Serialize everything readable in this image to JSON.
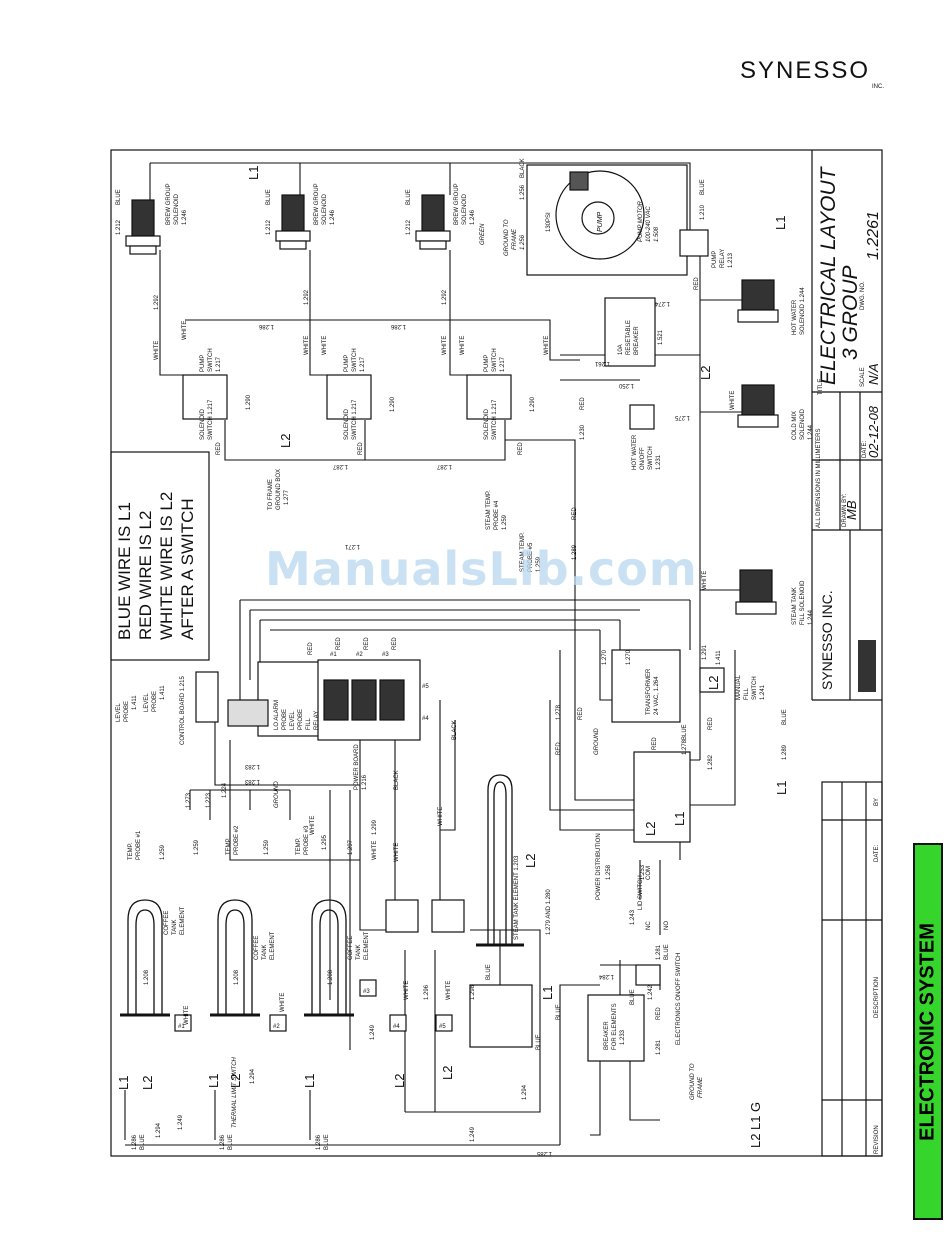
{
  "brand": {
    "name": "SYNESSO",
    "suffix": "INC."
  },
  "watermark": "ManualsLib.com",
  "section_label": "ELECTRONIC SYSTEM",
  "title_block": {
    "title_label": "TITLE",
    "title_line1": "ELECTRICAL LAYOUT",
    "title_line2": "3 GROUP",
    "scale_label": "SCALE",
    "scale_value": "N/A",
    "dwg_no_label": "DWG. NO.",
    "dwg_no_value": "1.2261",
    "dims_note": "ALL DIMENSIONS IN MILLIMETERS",
    "drawn_by_label": "DRAWN BY:",
    "drawn_by_value": "MB",
    "date_label": "DATE:",
    "date_value": "02-12-08",
    "company": "SYNESSO INC.",
    "revision_headers": [
      "REVISION",
      "DESCRIPTION",
      "DATE:",
      "BY"
    ]
  },
  "legend": [
    "BLUE WIRE IS L1",
    "RED WIRE IS L2",
    "WHITE WIRE IS L2",
    "AFTER A SWITCH"
  ],
  "components": {
    "brew_solenoid_1": [
      "BREW GROUP",
      "SOLENOID",
      "1.246"
    ],
    "brew_solenoid_2": [
      "BREW GROUP",
      "SOLENOID",
      "1.246"
    ],
    "brew_solenoid_3": [
      "BREW GROUP",
      "SOLENOID",
      "1.246"
    ],
    "pump_switch": [
      "PUMP",
      "SWITCH",
      "1.217"
    ],
    "solenoid_switch": [
      "SOLENOID",
      "SWITCH 1.217"
    ],
    "pump_motor": [
      "PUMP MOTOR",
      "100-240 VAC",
      "1.508"
    ],
    "pump_label": "PUMP",
    "pump_psi": "130PSI",
    "ground_frame_top": [
      "GROUND TO",
      "FRAME",
      "1.256"
    ],
    "pump_relay": [
      "PUMP",
      "RELAY",
      "1.213"
    ],
    "breaker": [
      "10A",
      "RESETABLE",
      "BREAKER",
      "1.521"
    ],
    "hot_water_switch": [
      "HOT WATER",
      "ON/OFF",
      "SWITCH",
      "1.231"
    ],
    "hot_water_solenoid": [
      "HOT WATER",
      "SOLENOID 1.244"
    ],
    "cold_mix_solenoid": [
      "COLD MIX",
      "SOLENOID",
      "1.244"
    ],
    "steam_fill_solenoid": [
      "STEAM TANK",
      "FILL SOLENOID",
      "1.244"
    ],
    "steam_probe_4": [
      "STEAM TEMP.",
      "PROBE #4",
      "1.259"
    ],
    "steam_probe_5": [
      "STEAM TEMP.",
      "PROBE #5",
      "1.259"
    ],
    "ground_box": [
      "TO FRAME",
      "GROUND BOX",
      "1.277"
    ],
    "transformer": [
      "TRANSFORMER",
      "24 VAC, 1.264"
    ],
    "manual_fill": [
      "MANUAL",
      "FILL",
      "SWITCH",
      "1.241"
    ],
    "control_board": "CONTROL BOARD 1.215",
    "level_probe_1": [
      "LEVEL",
      "PROBE",
      "1.411"
    ],
    "level_probe_2": [
      "LEVEL",
      "PROBE",
      "1.411"
    ],
    "relay_labels": [
      "LO ALARM",
      "PROBE",
      "LEVEL",
      "PROBE",
      "FILL",
      "RELAY"
    ],
    "power_board": [
      "POWER BOARD",
      "1.216"
    ],
    "temp_probe_1": [
      "TEMP.",
      "PROBE #1",
      "1.259"
    ],
    "temp_probe_2": [
      "TEMP.",
      "PROBE #2",
      "1.259"
    ],
    "temp_probe_3": [
      "TEMP.",
      "PROBE #3",
      "1.259"
    ],
    "coffee_tank_element": [
      "COFFEE",
      "TANK",
      "ELEMENT"
    ],
    "element_part": "1.208",
    "steam_tank_element": "STEAM TANK ELEMENT 1.203",
    "thermal_limit_switch": "THERMAL LIMIT SWITCH",
    "power_distribution": [
      "POWER DISTRIBUTION",
      "1.258"
    ],
    "lid_switch": [
      "LID SWITCH",
      "1.243"
    ],
    "electronics_switch": "ELECTRONICS ON/OFF SWITCH",
    "breaker_elements": [
      "BREAKER",
      "FOR ELEMENTS",
      "1.233"
    ],
    "ground_frame_bottom": [
      "GROUND TO",
      "FRAME"
    ],
    "ground_label": "GROUND",
    "element_numbers": [
      "#1",
      "#2",
      "#3",
      "#4",
      "#5"
    ],
    "main_power": [
      "L2",
      "L1",
      "G"
    ]
  },
  "wire_labels": {
    "blue": "BLUE",
    "red": "RED",
    "white": "WHITE",
    "black": "BLACK",
    "green": "GREEN",
    "l1": "L1",
    "l2": "L2",
    "w1212": "1.212",
    "w1292": "1.292",
    "w1286": "1.286",
    "w1290": "1.290",
    "w1287": "1.287",
    "w1256": "1.256",
    "w1210": "1.210",
    "w1274": "1.274",
    "w1261": "1.261",
    "w1250": "1.250",
    "w1275": "1.275",
    "w1230": "1.230",
    "w1289": "1.289",
    "w1270": "1.270",
    "w1291": "1.291",
    "w1411": "1.411",
    "w1278": "1.278",
    "w1282": "1.282",
    "w1279": "1.279",
    "w1271": "1.271",
    "w1273": "1.273",
    "w1223": "1.223",
    "w1224": "1.224",
    "w1283": "1.283",
    "w1295": "1.295",
    "w1297": "1.297",
    "w1299": "1.299",
    "w1296": "1.296",
    "w1298": "1.298",
    "w1294": "1.294",
    "w1249": "1.249",
    "w1285": "1.285",
    "w1284": "1.284",
    "w1242": "1.242",
    "w1281": "1.281",
    "w1262": "1.262",
    "w1253": "1.253",
    "w1280": "1.279 AND 1.280",
    "nc": "NC",
    "no": "NO",
    "com": "COM"
  }
}
